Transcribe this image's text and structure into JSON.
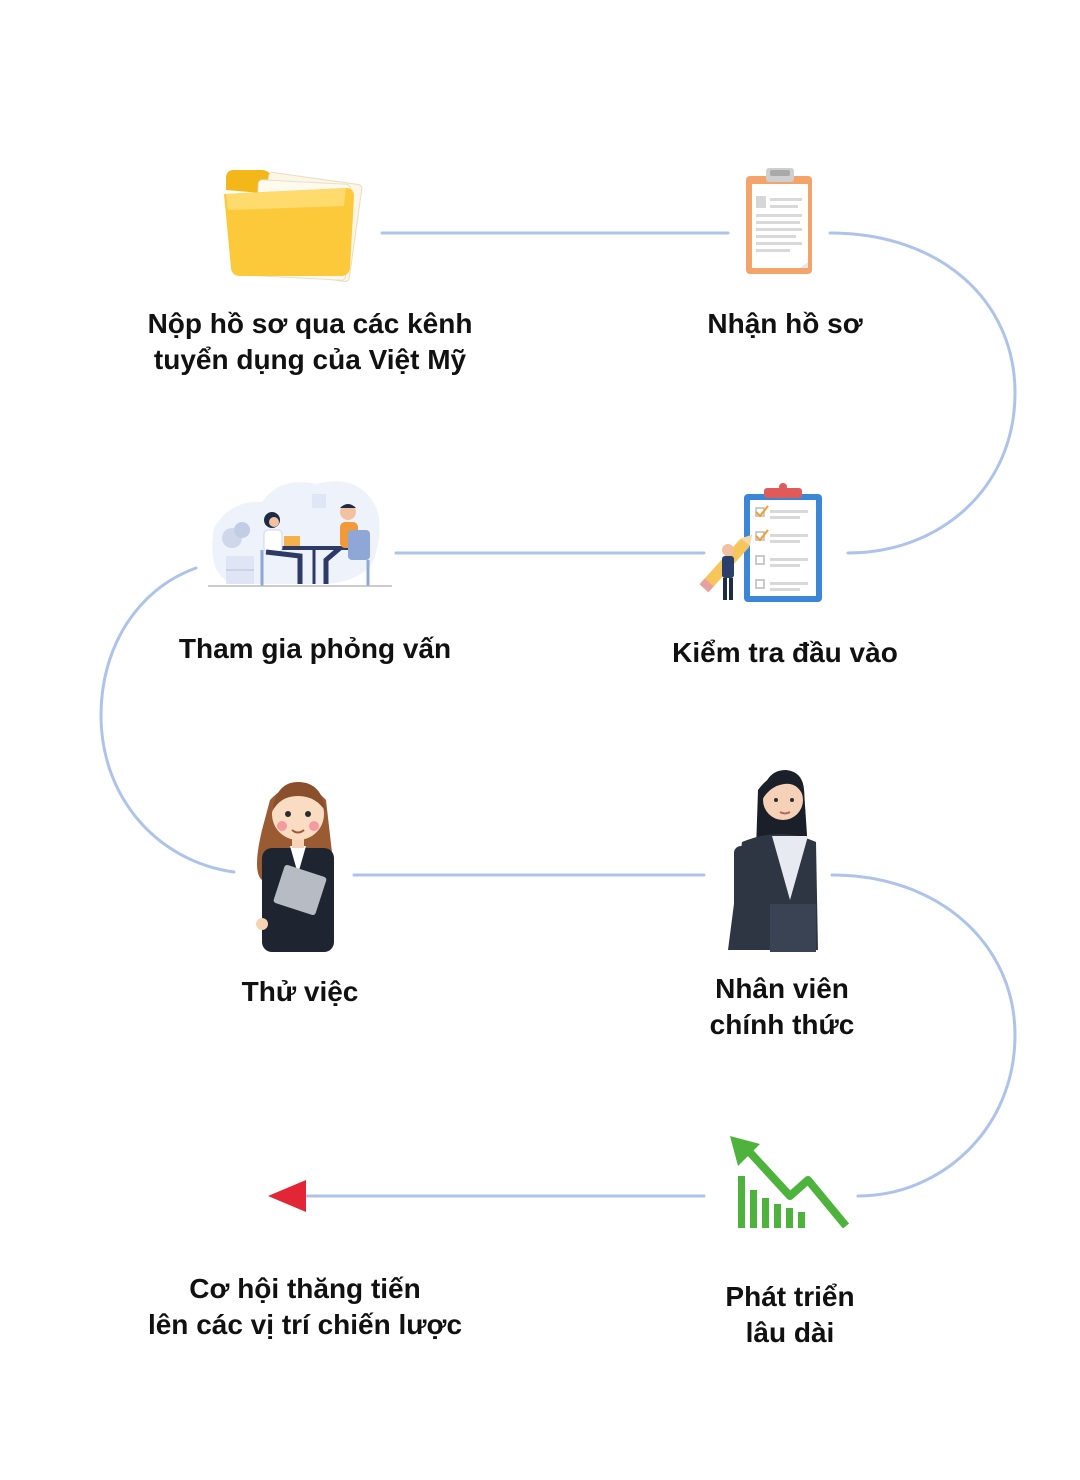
{
  "colors": {
    "connector": "#aec3ea",
    "arrow": "#e32636",
    "text": "#111111"
  },
  "steps": [
    {
      "id": "submit",
      "icon": "folder-icon",
      "lines": [
        "Nộp hồ sơ qua các kênh",
        "tuyển dụng của Việt Mỹ"
      ]
    },
    {
      "id": "receive",
      "icon": "document-clipboard-icon",
      "lines": [
        "Nhận hồ sơ"
      ]
    },
    {
      "id": "test",
      "icon": "checklist-clipboard-icon",
      "lines": [
        "Kiểm tra đầu vào"
      ]
    },
    {
      "id": "interview",
      "icon": "interview-scene-icon",
      "lines": [
        "Tham gia phỏng vấn"
      ]
    },
    {
      "id": "probation",
      "icon": "probation-girl-icon",
      "lines": [
        "Thử việc"
      ]
    },
    {
      "id": "official",
      "icon": "official-employee-icon",
      "lines": [
        "Nhân viên",
        "chính thức"
      ]
    },
    {
      "id": "develop",
      "icon": "growth-chart-icon",
      "lines": [
        "Phát triển",
        "lâu dài"
      ]
    },
    {
      "id": "promotion",
      "icon": "arrow-left-icon",
      "lines": [
        "Cơ hội thăng tiến",
        "lên các vị trí chiến lược"
      ]
    }
  ]
}
